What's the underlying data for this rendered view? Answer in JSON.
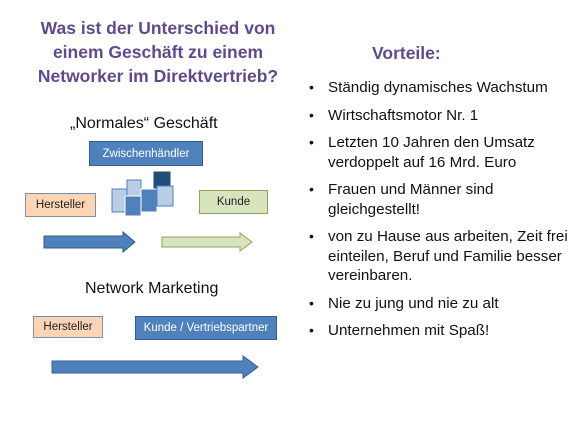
{
  "title": {
    "line1": "Was ist der Unterschied von",
    "line2": "einem Geschäft zu einem",
    "line3": "Networker im Direktvertrieb?"
  },
  "normal": {
    "heading": "„Normales“ Geschäft",
    "hersteller": "Hersteller",
    "zwischenhaendler": "Zwischenhändler",
    "kunde": "Kunde"
  },
  "network": {
    "heading": "Network Marketing",
    "hersteller": "Hersteller",
    "kunde_partner": "Kunde / Vertriebspartner"
  },
  "vorteile": {
    "heading": "Vorteile:",
    "items": [
      "Ständig dynamisches Wachstum",
      "Wirtschaftsmotor Nr. 1",
      "Letzten 10 Jahren den Umsatz verdoppelt auf 16 Mrd. Euro",
      "Frauen und Männer sind gleichgestellt!",
      "von zu Hause aus arbeiten, Zeit frei einteilen, Beruf und Familie besser vereinbaren.",
      "Nie zu jung und nie zu alt",
      "Unternehmen mit Spaß!"
    ]
  },
  "colors": {
    "title": "#5f4b8b",
    "blue_box": "#4f81bd",
    "orange_box": "#fbd5b5",
    "green_box": "#d7e4bd"
  }
}
